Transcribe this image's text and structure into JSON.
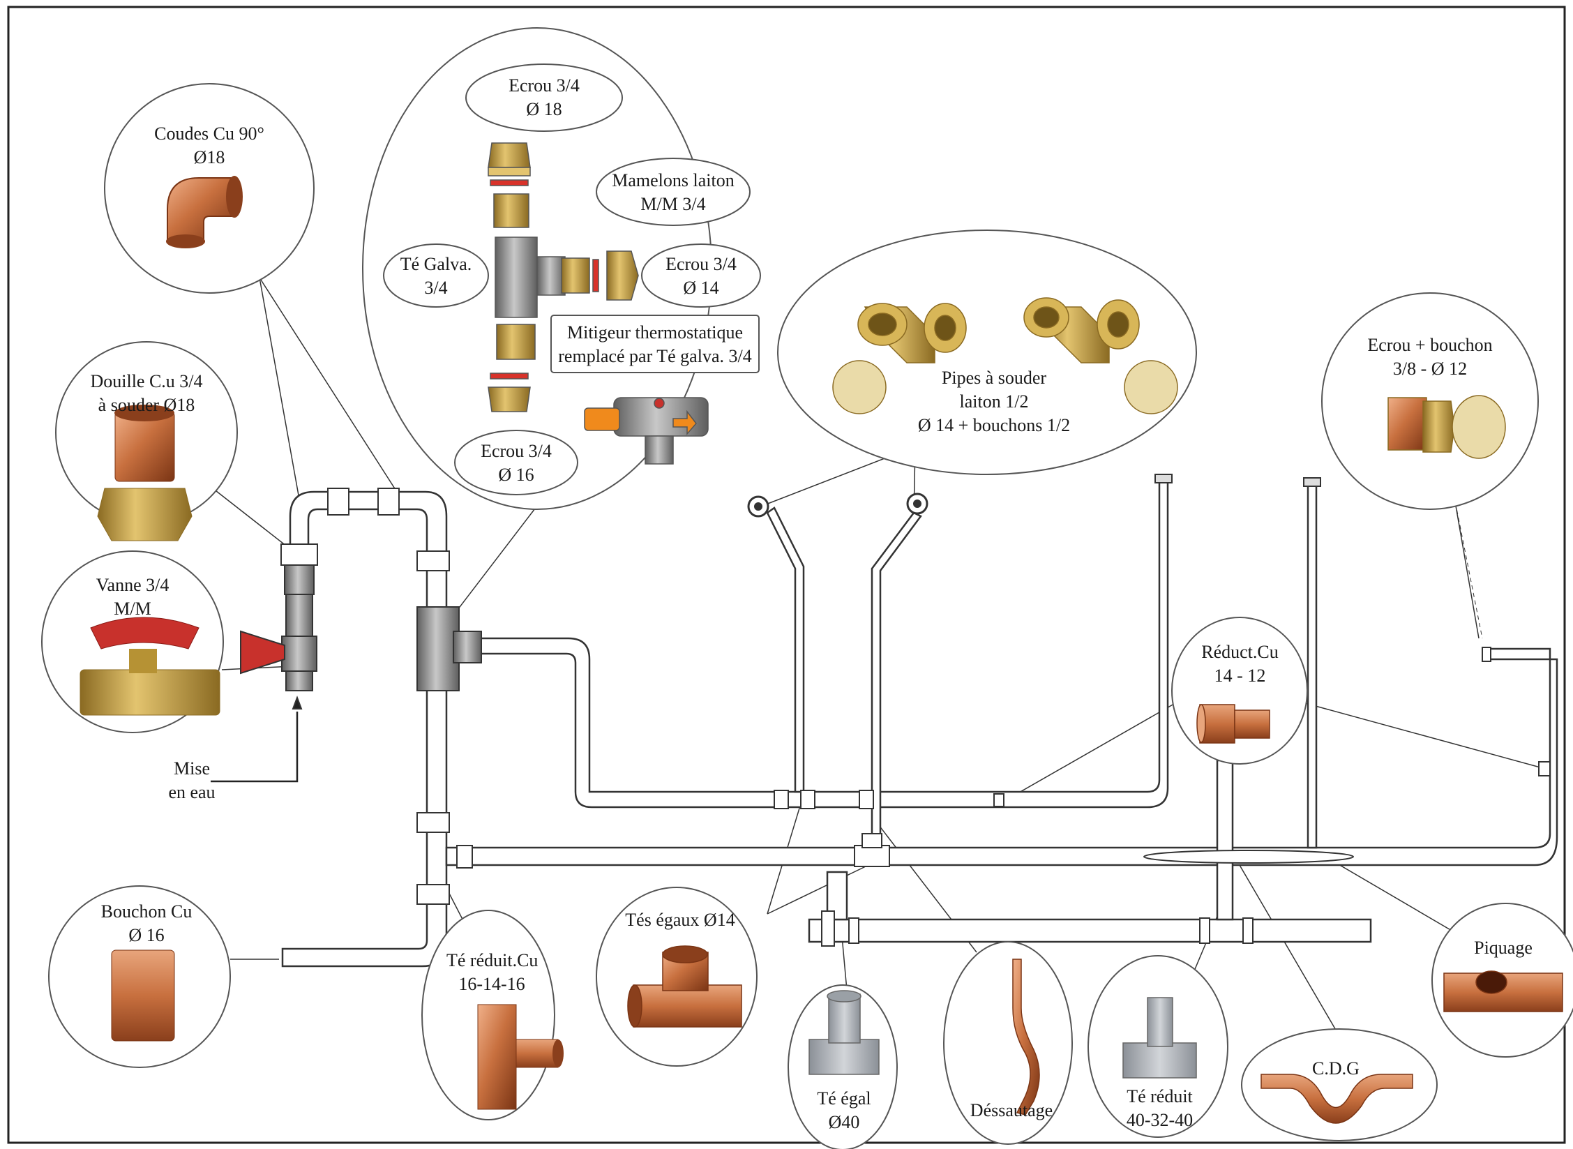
{
  "colors": {
    "pipe_fill": "#ffffff",
    "pipe_stroke": "#333333",
    "copper": "#c8703f",
    "copper_dark": "#8a3f1c",
    "brass": "#c9a24a",
    "brass_dark": "#8a6a22",
    "galva": "#a9a9a9",
    "galva_dark": "#5e5e5e",
    "pvc_grey": "#b8bcc2",
    "valve_red": "#c8312c",
    "mixer_orange": "#f08a1c",
    "gasket_red": "#d8322a"
  },
  "labels": {
    "coudes": {
      "line1": "Coudes Cu 90°",
      "line2": "Ø18"
    },
    "douille": {
      "line1": "Douille C.u 3/4",
      "line2": "à souder Ø18"
    },
    "vanne": {
      "line1": "Vanne 3/4",
      "line2": "M/M"
    },
    "mise": {
      "line1": "Mise",
      "line2": "en eau"
    },
    "bouchon_cu": {
      "line1": "Bouchon Cu",
      "line2": "Ø 16"
    },
    "te_reduit_cu": {
      "line1": "Té réduit.Cu",
      "line2": "16-14-16"
    },
    "ecrou_top": {
      "line1": "Ecrou 3/4",
      "line2": "Ø 18"
    },
    "mamelons": {
      "line1": "Mamelons laiton",
      "line2": "M/M  3/4"
    },
    "te_galva": {
      "line1": "Té Galva.",
      "line2": "3/4"
    },
    "ecrou_14": {
      "line1": "Ecrou 3/4",
      "line2": "Ø 14"
    },
    "mitigeur": {
      "line1": "Mitigeur thermostatique",
      "line2": "remplacé par Té galva. 3/4"
    },
    "ecrou_16": {
      "line1": "Ecrou 3/4",
      "line2": "Ø 16"
    },
    "pipes": {
      "line1": "Pipes à souder",
      "line2": "laiton 1/2",
      "line3": "Ø 14 + bouchons 1/2"
    },
    "ecrou_bouchon": {
      "line1": "Ecrou + bouchon",
      "line2": "3/8 - Ø 12"
    },
    "reduct": {
      "line1": "Réduct.Cu",
      "line2": "14 - 12"
    },
    "tes_egaux": {
      "line1": "Tés égaux Ø14"
    },
    "te_egal": {
      "line1": "Té égal",
      "line2": "Ø40"
    },
    "dessautage": {
      "line1": "Déssautage"
    },
    "te_reduit_pvc": {
      "line1": "Té réduit",
      "line2": "40-32-40"
    },
    "cdg": {
      "line1": "C.D.G"
    },
    "piquage": {
      "line1": "Piquage"
    }
  }
}
